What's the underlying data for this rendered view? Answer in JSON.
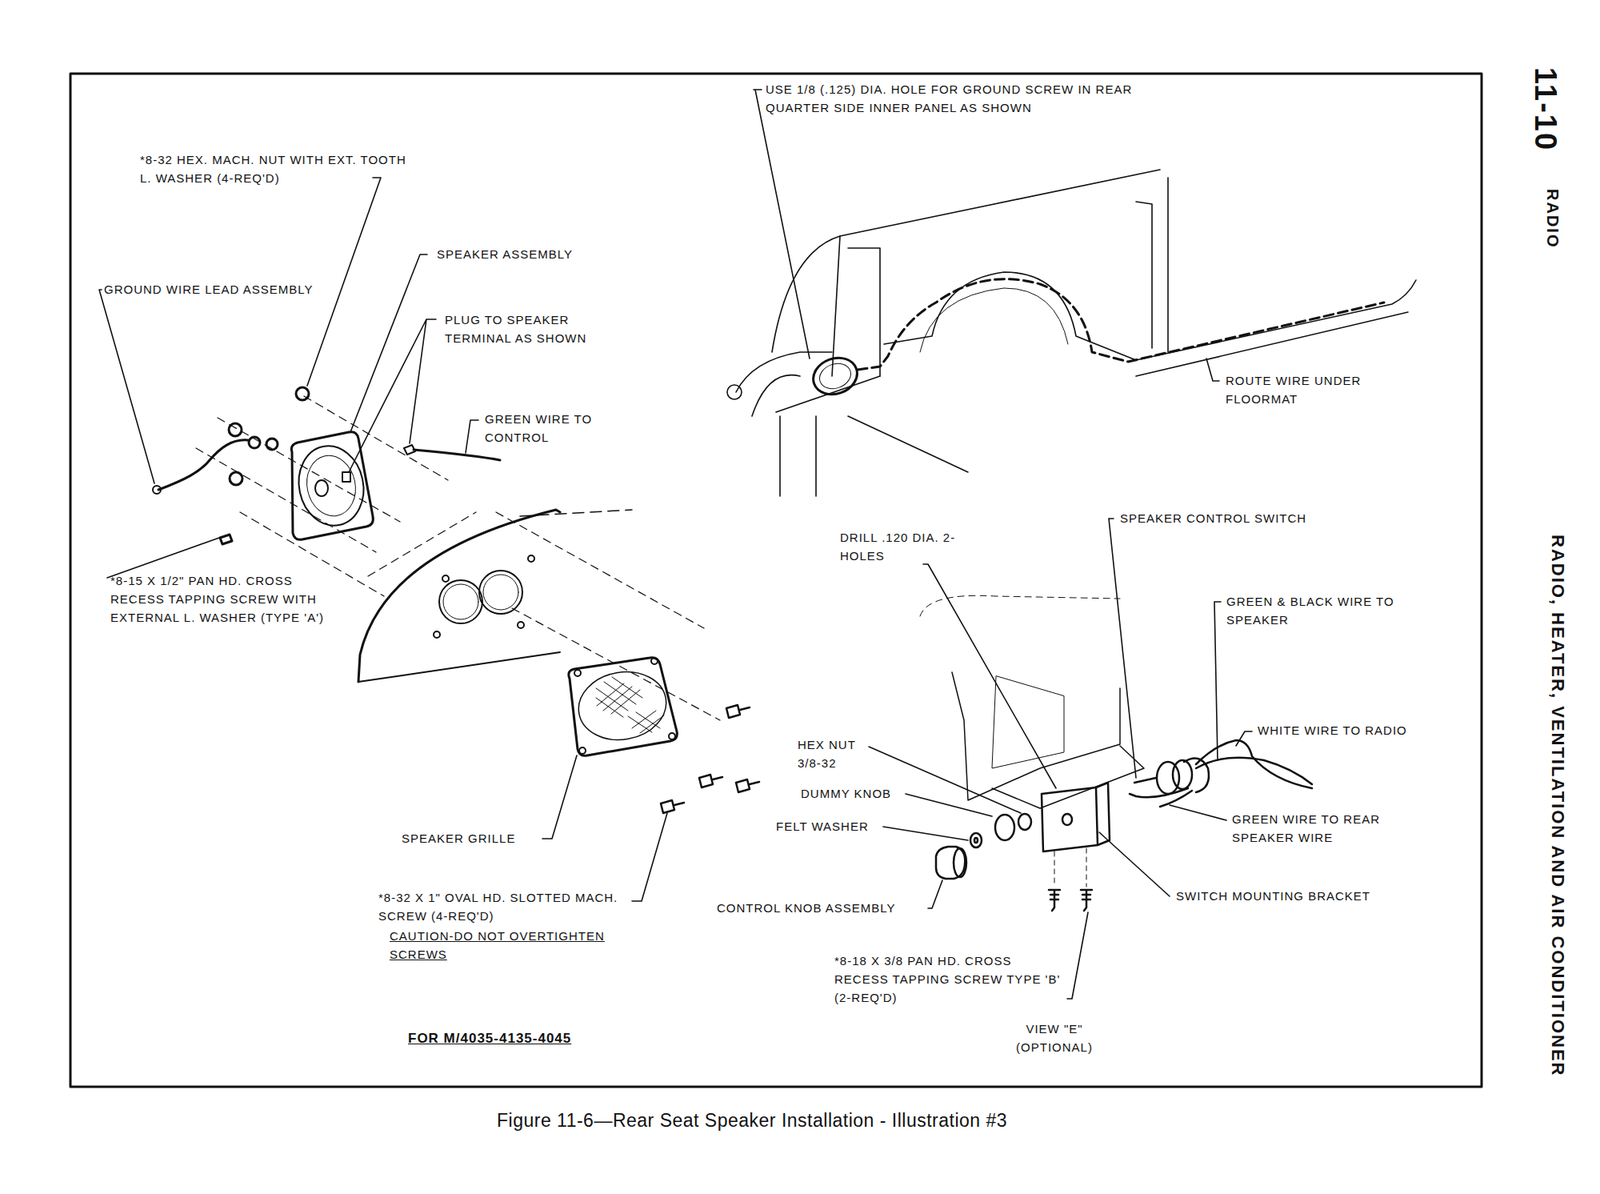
{
  "diagram": {
    "caption": "Figure 11-6—Rear Seat Speaker Installation - Illustration #3",
    "labels": [
      "11-10",
      "RADIO",
      "RADIO, HEATER, VENTILATION AND AIR CONDITIONER",
      "USE 1/8 (.125) DIA. HOLE FOR GROUND SCREW IN REAR QUARTER SIDE INNER PANEL AS SHOWN",
      "*8-32 HEX. MACH. NUT WITH EXT. TOOTH L. WASHER (4-REQ'D)",
      "SPEAKER ASSEMBLY",
      "GROUND WIRE LEAD ASSEMBLY",
      "PLUG TO SPEAKER TERMINAL AS SHOWN",
      "GREEN WIRE TO CONTROL",
      "ROUTE WIRE UNDER FLOORMAT",
      "*8-15 X 1/2\" PAN HD. CROSS RECESS TAPPING SCREW WITH EXTERNAL L. WASHER (TYPE 'A')",
      "SPEAKER CONTROL SWITCH",
      "DRILL .120 DIA. 2-HOLES",
      "GREEN & BLACK WIRE TO SPEAKER",
      "WHITE WIRE TO RADIO",
      "HEX NUT 3/8-32",
      "DUMMY KNOB",
      "FELT WASHER",
      "GREEN WIRE TO REAR SPEAKER WIRE",
      "SPEAKER GRILLE",
      "SWITCH MOUNTING BRACKET",
      "*8-32 X 1\" OVAL HD. SLOTTED MACH. SCREW (4-REQ'D)",
      "CAUTION-DO NOT OVERTIGHTEN SCREWS",
      "CONTROL KNOB ASSEMBLY",
      "*8-18 X 3/8 PAN HD. CROSS RECESS TAPPING SCREW TYPE 'B' (2-REQ'D)",
      "VIEW \"E\" (OPTIONAL)",
      "FOR M/4035-4135-4045"
    ]
  }
}
